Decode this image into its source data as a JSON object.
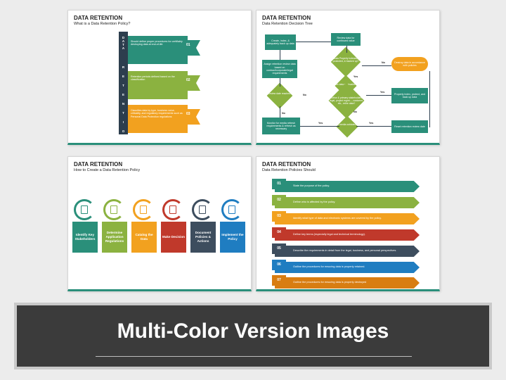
{
  "slides": [
    {
      "title": "DATA RETENTION",
      "subtitle": "What is a Data Retention Policy?",
      "vertical_letters": [
        "D",
        "A",
        "T",
        "A",
        "",
        "R",
        "E",
        "T",
        "E",
        "N",
        "T",
        "I",
        "O",
        "N"
      ],
      "items": [
        {
          "num": "01",
          "text": "Should define proper procedures for certifiably destroying data at end-of-life",
          "color": "#2a8f7a"
        },
        {
          "num": "02",
          "text": "Retention periods defined based on the classification",
          "color": "#8bb240"
        },
        {
          "num": "03",
          "text": "Classifies data by type, business value, criticality, and regulatory requirements such as Personal Data Protection regulations",
          "color": "#f2a11f"
        }
      ]
    },
    {
      "title": "DATA RETENTION",
      "subtitle": "Data Retention Decision Tree",
      "boxes": {
        "create": "Create, index, & adequately back up data",
        "review_value": "Review data for continued value",
        "assign": "Assign retention review data based on contract/corporate/legal requirements",
        "destroy": "Destroy data in accordance with policies",
        "properly": "Properly index, protect, and back up data",
        "monitor": "Monitor for media refresh requirements & refresh as necessary",
        "reset": "Reset retention review date"
      },
      "diamonds": {
        "properly_indexed": "Data Properly indexed, protected, & backed up?",
        "review_reached": "Review date reached?",
        "retrievable": "Are data retrievable?",
        "author": "Author & primary stakeholders, legal, project mgmt..., customer, etc., retire data?",
        "media": "Is media outdated?"
      },
      "labels": {
        "no": "No",
        "yes": "Yes"
      }
    },
    {
      "title": "DATA RETENTION",
      "subtitle": "How to Create a Data Retention Policy",
      "steps": [
        {
          "label": "Identify Key Stakeholders",
          "color": "#2a8f7a"
        },
        {
          "label": "Determine Application Regulations",
          "color": "#8bb240"
        },
        {
          "label": "Catalog the Data",
          "color": "#f2a11f"
        },
        {
          "label": "Make Decision",
          "color": "#c0392b"
        },
        {
          "label": "Document Policies & Actions",
          "color": "#3d4d5e"
        },
        {
          "label": "Implement the Policy",
          "color": "#1f7dc1"
        }
      ]
    },
    {
      "title": "DATA RETENTION",
      "subtitle": "Data Retention Policies Should",
      "rows": [
        {
          "num": "01",
          "text": "State the purpose of the policy.",
          "color": "#2a8f7a"
        },
        {
          "num": "02",
          "text": "Define who is affected by the policy.",
          "color": "#8bb240"
        },
        {
          "num": "03",
          "text": "Identify what type of data and electronic systems are covered by the policy.",
          "color": "#f2a11f"
        },
        {
          "num": "04",
          "text": "Define key terms (especially legal and technical terminology).",
          "color": "#c0392b"
        },
        {
          "num": "05",
          "text": "Describe the requirements in detail from the legal, business, and personal perspectives.",
          "color": "#3d4d5e"
        },
        {
          "num": "06",
          "text": "Outline the procedures for ensuring data is properly retained.",
          "color": "#1f7dc1"
        },
        {
          "num": "07",
          "text": "Outline the procedures for ensuring data is properly destroyed",
          "color": "#d87d12"
        }
      ]
    }
  ],
  "banner": {
    "title": "Multi-Color Version Images"
  }
}
